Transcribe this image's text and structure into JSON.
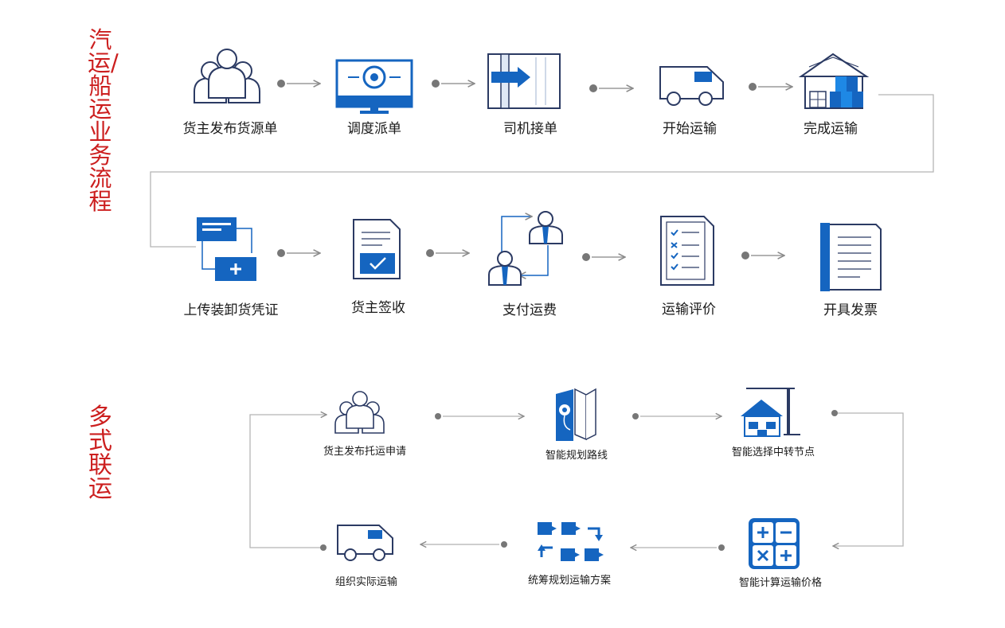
{
  "colors": {
    "blue": "#1565c0",
    "mid": "#1e88e5",
    "dark": "#0f4fa3",
    "outline": "#2b3a63",
    "title_red": "#cc1f1f",
    "connector": "#b5b5b5",
    "arrow": "#8a8a8a"
  },
  "sections": {
    "truck_ship": {
      "title": "汽运/船运业务流程",
      "steps": [
        {
          "label": "货主发布货源单",
          "icon": "people-icon"
        },
        {
          "label": "调度派单",
          "icon": "monitor-dispatch-icon"
        },
        {
          "label": "司机接单",
          "icon": "door-arrow-icon"
        },
        {
          "label": "开始运输",
          "icon": "truck-icon"
        },
        {
          "label": "完成运输",
          "icon": "warehouse-icon"
        },
        {
          "label": "上传装卸货凭证",
          "icon": "upload-docs-icon"
        },
        {
          "label": "货主签收",
          "icon": "signed-document-icon"
        },
        {
          "label": "支付运费",
          "icon": "payment-exchange-icon"
        },
        {
          "label": "运输评价",
          "icon": "checklist-icon"
        },
        {
          "label": "开具发票",
          "icon": "invoice-book-icon"
        }
      ]
    },
    "multimodal": {
      "title": "多式联运",
      "steps": [
        {
          "label": "货主发布托运申请",
          "icon": "people-icon"
        },
        {
          "label": "智能规划路线",
          "icon": "map-route-icon"
        },
        {
          "label": "智能选择中转节点",
          "icon": "transfer-house-icon"
        },
        {
          "label": "智能计算运输价格",
          "icon": "calculator-icon"
        },
        {
          "label": "统筹规划运输方案",
          "icon": "flow-plan-icon"
        },
        {
          "label": "组织实际运输",
          "icon": "truck-icon"
        }
      ]
    }
  }
}
